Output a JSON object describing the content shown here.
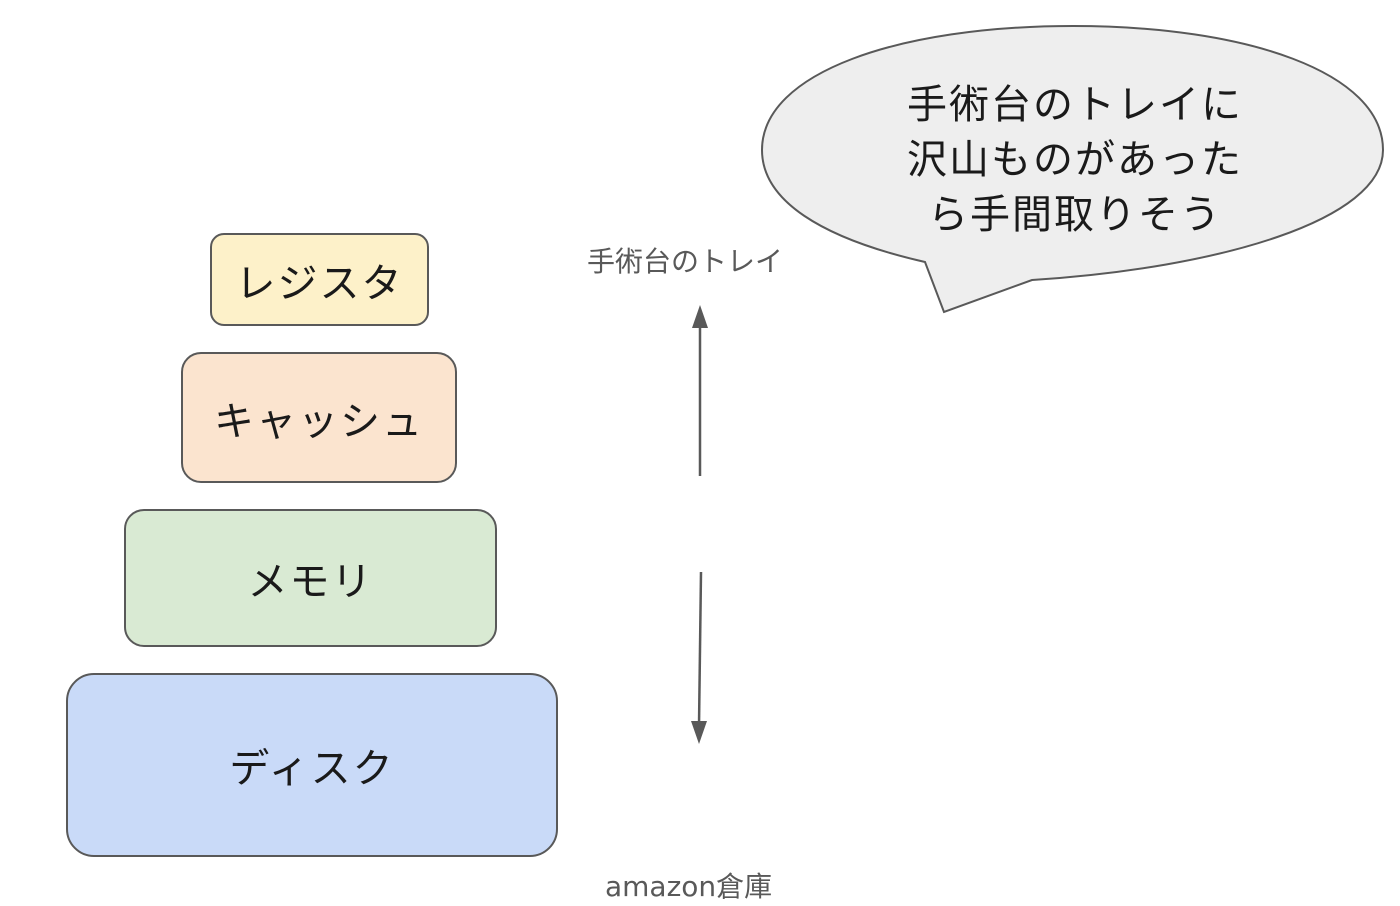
{
  "tiers": {
    "register": {
      "label": "レジスタ",
      "fill": "#fdf1c9"
    },
    "cache": {
      "label": "キャッシュ",
      "fill": "#fbe4cf"
    },
    "memory": {
      "label": "メモリ",
      "fill": "#d9ead3"
    },
    "disk": {
      "label": "ディスク",
      "fill": "#c9daf8"
    }
  },
  "axis": {
    "top_label": "手術台のトレイ",
    "bottom_label": "amazon倉庫"
  },
  "speech_bubble": {
    "lines": [
      "手術台のトレイに",
      "沢山ものがあった",
      "ら手間取りそう"
    ],
    "fill": "#eeeeee"
  },
  "colors": {
    "border": "#595959"
  }
}
